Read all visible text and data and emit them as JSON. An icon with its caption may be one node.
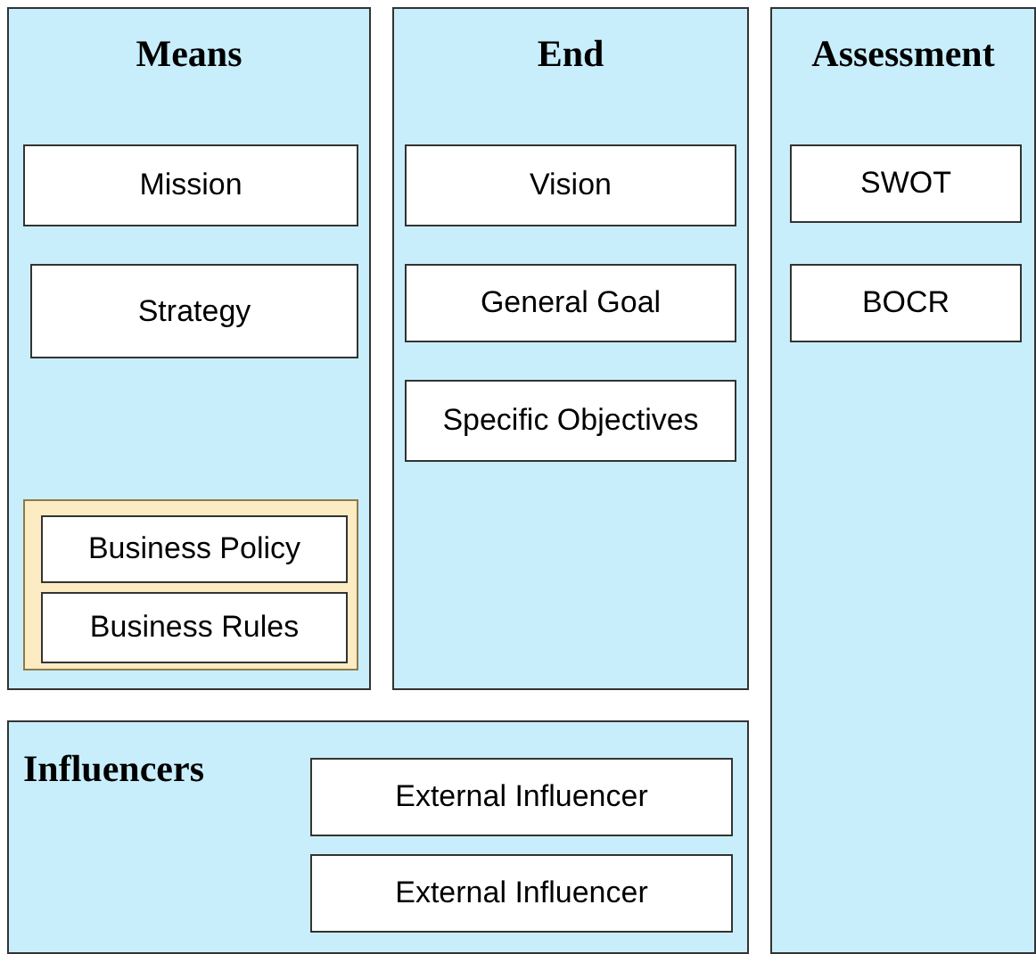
{
  "diagram": {
    "nodes": [
      {
        "text": [
          "Means"
        ]
      },
      {
        "text": [
          "Mission"
        ],
        "in": 0
      },
      {
        "text": [
          "Strategy"
        ],
        "in": 0
      },
      {
        "text": [],
        "shape": "box",
        "in": 0
      },
      {
        "text": [
          "Business Policy"
        ],
        "in": 3
      },
      {
        "text": [
          "Business Rules"
        ],
        "in": 3
      },
      {
        "text": [
          "End"
        ]
      },
      {
        "text": [
          "Vision"
        ],
        "in": 6
      },
      {
        "text": [
          "General Goal"
        ],
        "in": 6
      },
      {
        "text": [
          "Specific Objectives"
        ],
        "in": 6
      },
      {
        "text": [
          "Assessment"
        ]
      },
      {
        "text": [
          "SWOT"
        ],
        "in": 10
      },
      {
        "text": [
          "BOCR"
        ],
        "in": 10
      },
      {
        "text": [
          "Influencers"
        ]
      },
      {
        "text": [
          "External Influencer"
        ],
        "in": 13
      },
      {
        "text": [
          "External Influencer"
        ],
        "in": 13
      }
    ]
  }
}
